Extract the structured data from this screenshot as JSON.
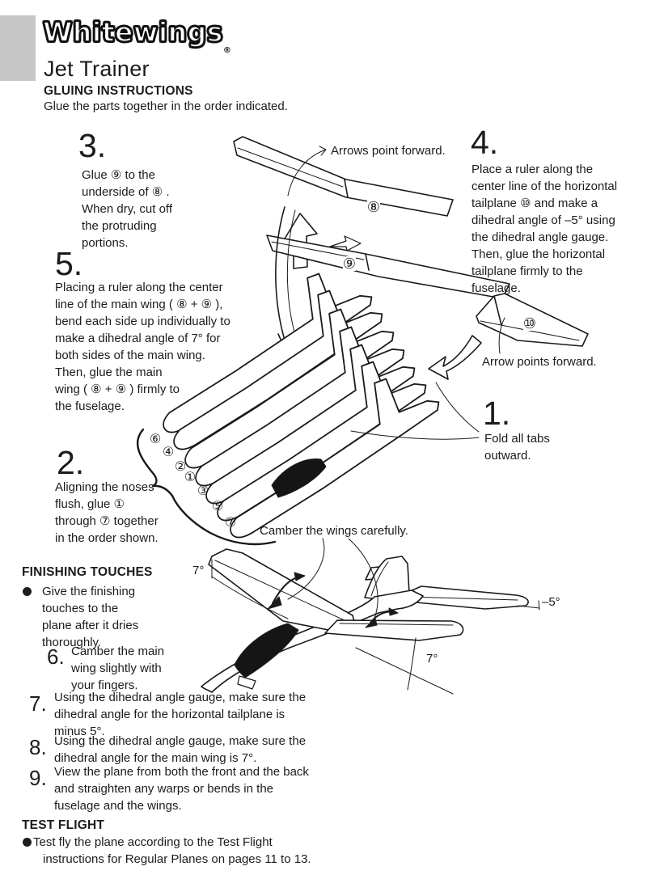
{
  "header": {
    "brand": "Whitewings",
    "registered": "®",
    "title": "Jet Trainer"
  },
  "gluing": {
    "heading": "GLUING INSTRUCTIONS",
    "intro": "Glue the parts together in the order indicated."
  },
  "steps": {
    "s3": {
      "num": "3.",
      "text": "Glue ⑨ to the\nunderside of ⑧ .\nWhen dry, cut off\nthe protruding\nportions."
    },
    "s4": {
      "num": "4.",
      "text": "Place a ruler along the\ncenter line of the horizontal\ntailplane ⑩  and make a\ndihedral angle of –5° using\nthe dihedral angle gauge.\nThen, glue the horizontal\ntailplane firmly to the\nfuselage."
    },
    "s5": {
      "num": "5.",
      "text": "Placing a ruler along the center\nline of the main wing ( ⑧ + ⑨ ),\nbend each side up individually to\nmake a dihedral angle of  7° for\nboth sides of the main wing.\nThen, glue the main\nwing  ( ⑧ + ⑨ ) firmly to\nthe fuselage."
    },
    "s1": {
      "num": "1.",
      "text": "Fold all tabs\noutward."
    },
    "s2": {
      "num": "2.",
      "text": "Aligning the noses\nflush, glue ①\nthrough ⑦ together\nin the order shown."
    }
  },
  "diagram": {
    "arrows_point_forward": "Arrows point forward.",
    "arrow_points_forward": "Arrow points forward.",
    "camber_wings": "Camber the wings carefully.",
    "part8": "⑧",
    "part9": "⑨",
    "part10": "⑩",
    "stack_numbers": [
      "⑥",
      "④",
      "②",
      "①",
      "③",
      "⑤",
      "⑦"
    ],
    "angle_main_wing_left": "7°",
    "angle_tailplane": "–5°",
    "angle_main_wing_right": "7°"
  },
  "finishing": {
    "heading": "FINISHING TOUCHES",
    "bullet": "Give the finishing\ntouches to the\nplane after it dries\nthoroughly.",
    "s6": {
      "num": "6.",
      "text": "Camber the main\nwing slightly with\nyour fingers."
    },
    "s7": {
      "num": "7.",
      "text": "Using the dihedral angle gauge,  make sure the\ndihedral angle for the horizontal tailplane is\nminus 5°."
    },
    "s8": {
      "num": "8.",
      "text": "Using the dihedral angle gauge, make sure the\ndihedral angle for the main wing is 7°."
    },
    "s9": {
      "num": "9.",
      "text": "View the plane from both the front and the back\nand straighten any warps or bends in the\nfuselage and the wings."
    }
  },
  "test_flight": {
    "heading": "TEST FLIGHT",
    "bullet": "Test fly the plane according to the Test Flight\ninstructions for Regular Planes on pages 11 to 13."
  }
}
